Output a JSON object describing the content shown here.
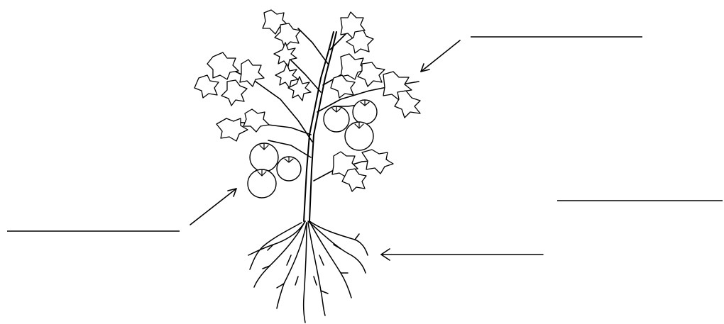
{
  "diagram": {
    "subject": "tomato plant",
    "labels": [
      {
        "id": "top-right",
        "text": "",
        "points_to": "leaves"
      },
      {
        "id": "left",
        "text": "",
        "points_to": "fruit"
      },
      {
        "id": "right-middle",
        "text": "",
        "points_to": ""
      },
      {
        "id": "bottom-right",
        "text": "",
        "points_to": "roots"
      }
    ],
    "colors": {
      "ink": "#000000",
      "background": "#ffffff"
    }
  }
}
